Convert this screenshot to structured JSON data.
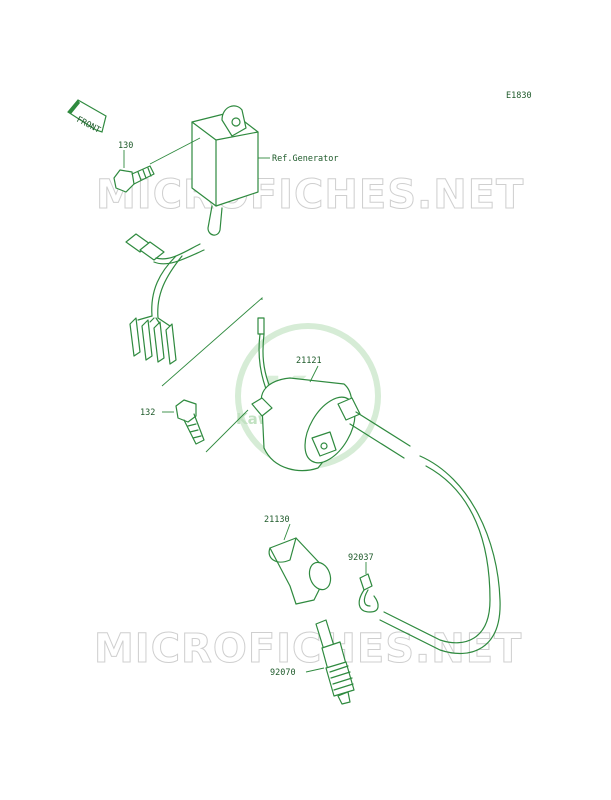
{
  "diagram_code": "E1830",
  "front_label": "FRONT",
  "watermark_text": "MICROFICHES.NET",
  "logo_text": "Kawasaki",
  "callouts": {
    "bolt_130": "130",
    "generator_ref": "Ref.Generator",
    "coil_21121": "21121",
    "bolt_132": "132",
    "cap_21130": "21130",
    "clip_92037": "92037",
    "plug_92070": "92070"
  },
  "colors": {
    "line": "#2f8a3f",
    "watermark": "#cfcfcf",
    "logo": "#d6ecd6"
  }
}
